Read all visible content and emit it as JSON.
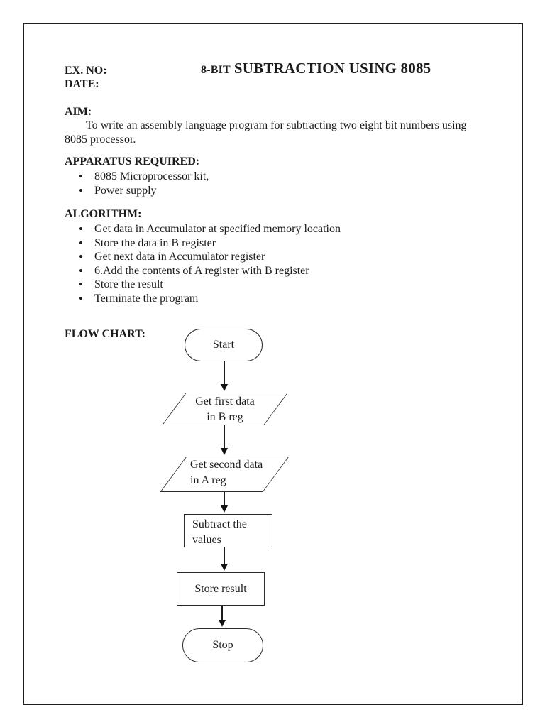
{
  "colors": {
    "ink": "#1b1b1b",
    "page_background": "#ffffff",
    "page_border": "#1f1f1f"
  },
  "document": {
    "header": {
      "ex_no_label": "EX. NO:",
      "date_label": "DATE:",
      "title_prefix": "8-BIT",
      "title_main": "SUBTRACTION USING 8085"
    },
    "aim": {
      "heading": "AIM:",
      "body": "To write an assembly language program for subtracting two eight bit numbers using 8085 processor."
    },
    "apparatus": {
      "heading": "APPARATUS REQUIRED:",
      "items": [
        "8085 Microprocessor kit,",
        "Power supply"
      ]
    },
    "algorithm": {
      "heading": "ALGORITHM:",
      "items": [
        "Get data in Accumulator at specified memory location",
        "Store the data in B register",
        "Get next data in Accumulator register",
        "6.Add the contents of A register with B register",
        "Store the result",
        "Terminate the program"
      ]
    },
    "flowchart": {
      "heading": "FLOW CHART:",
      "start_label": "Start",
      "io_first": {
        "line1": "Get first data",
        "line2": "in B reg"
      },
      "io_second": {
        "line1": "Get second data",
        "line2": "in A reg"
      },
      "process_subtract": {
        "line1": "Subtract the",
        "line2": "values"
      },
      "process_store_label": "Store result",
      "stop_label": "Stop"
    }
  }
}
